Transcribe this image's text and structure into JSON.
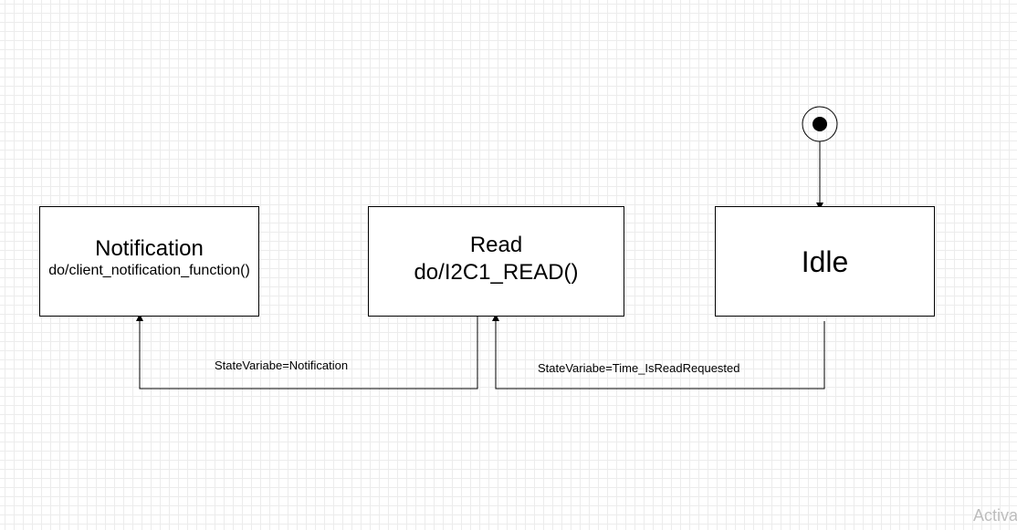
{
  "states": {
    "notification": {
      "name": "Notification",
      "activity": "do/client_notification_function()"
    },
    "read": {
      "name": "Read",
      "activity": "do/I2C1_READ()"
    },
    "idle": {
      "name": "Idle"
    }
  },
  "transitions": {
    "read_to_notification": {
      "label": "StateVariabe=Notification"
    },
    "idle_to_read": {
      "label": "StateVariabe=Time_IsReadRequested"
    }
  },
  "watermark": {
    "text": "Activa"
  },
  "colors": {
    "line": "#000000",
    "grid": "#ececec",
    "watermark": "#bdbdbd"
  }
}
